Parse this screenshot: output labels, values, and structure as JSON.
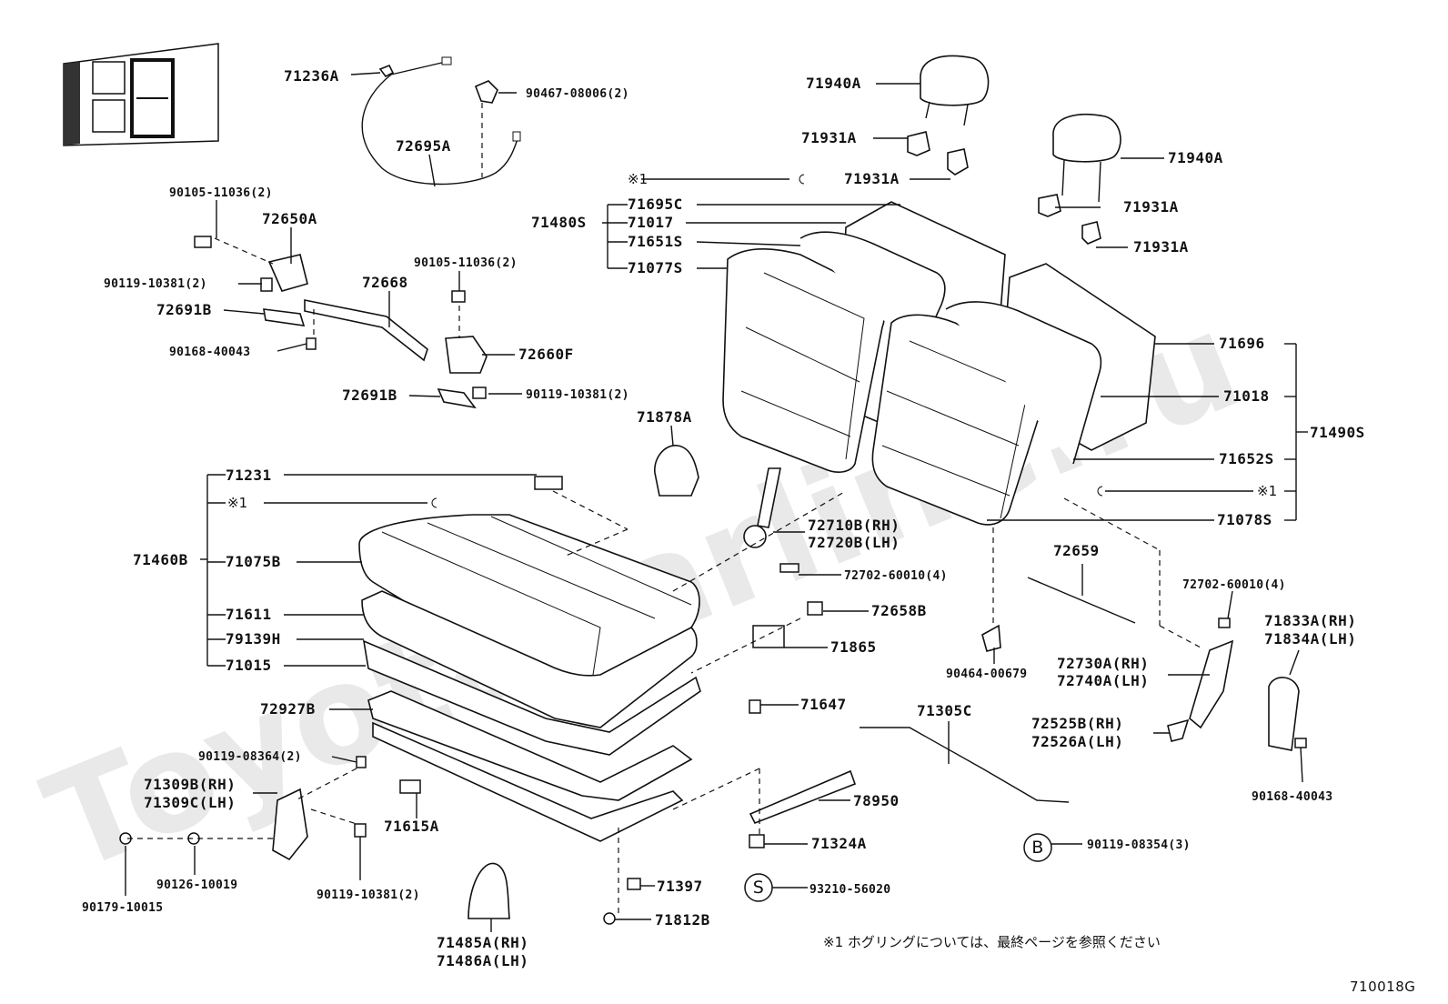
{
  "diagram": {
    "watermark": "ToyotaCarline.ru",
    "page_code": "710018G",
    "footnote": "※1  ホグリングについては、最終ページを参照ください",
    "labels": {
      "p71236A": "71236A",
      "p90467": "90467-08006(2)",
      "p72695A": "72695A",
      "p90105a": "90105-11036(2)",
      "p72650A": "72650A",
      "p90119a": "90119-10381(2)",
      "p72691Ba": "72691B",
      "p90168a": "90168-40043",
      "p72668": "72668",
      "p90105b": "90105-11036(2)",
      "p72660F": "72660F",
      "p72691Bb": "72691B",
      "p90119b": "90119-10381(2)",
      "p71940Aa": "71940A",
      "p71931Aa": "71931A",
      "p71931Ab": "71931A",
      "p71940Ab": "71940A",
      "p71931Ac": "71931A",
      "p71931Ad": "71931A",
      "p_ast1a": "※1",
      "p71695C": "71695C",
      "p71480S": "71480S",
      "p71017": "71017",
      "p71651S": "71651S",
      "p71077S": "71077S",
      "p71696": "71696",
      "p71018": "71018",
      "p71490S": "71490S",
      "p71652S": "71652S",
      "p_ast1b": "※1",
      "p71078S": "71078S",
      "p71878A": "71878A",
      "p71231": "71231",
      "p_ast1c": "※1",
      "p71460B": "71460B",
      "p71075B": "71075B",
      "p71611": "71611",
      "p79139H": "79139H",
      "p71015": "71015",
      "p72927B": "72927B",
      "p72710B": "72710B(RH)",
      "p72720B": "72720B(LH)",
      "p72702a": "72702-60010(4)",
      "p72658B": "72658B",
      "p71865": "71865",
      "p72659": "72659",
      "p72702b": "72702-60010(4)",
      "p71833A": "71833A(RH)",
      "p71834A": "71834A(LH)",
      "p90464": "90464-00679",
      "p72730A": "72730A(RH)",
      "p72740A": "72740A(LH)",
      "p72525B": "72525B(RH)",
      "p72526A": "72526A(LH)",
      "p90168b": "90168-40043",
      "p71647": "71647",
      "p71305C": "71305C",
      "p78950": "78950",
      "p71324A": "71324A",
      "p90119c": "90119-08354(3)",
      "p93210": "93210-56020",
      "p71397": "71397",
      "p71812B": "71812B",
      "p90119d": "90119-08364(2)",
      "p71309B": "71309B(RH)",
      "p71309C": "71309C(LH)",
      "p71615A": "71615A",
      "p90179": "90179-10015",
      "p90126": "90126-10019",
      "p90119e": "90119-10381(2)",
      "p71485A": "71485A(RH)",
      "p71486A": "71486A(LH)",
      "circle_b": "B",
      "circle_s": "S"
    }
  }
}
